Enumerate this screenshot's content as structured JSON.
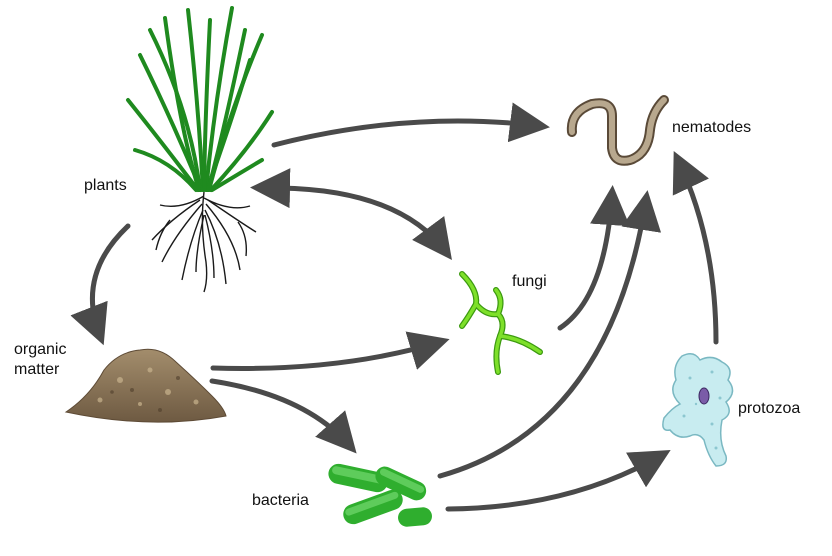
{
  "labels": {
    "plants": "plants",
    "nematodes": "nematodes",
    "fungi": "fungi",
    "organic_matter_line1": "organic",
    "organic_matter_line2": "matter",
    "protozoa": "protozoa",
    "bacteria": "bacteria"
  },
  "colors": {
    "arrow": "#4a4a4a",
    "plant_green": "#1f8a1f",
    "root_black": "#1a1a1a",
    "fungi_green": "#6fd21c",
    "bacteria_green": "#3cc23a",
    "protozoa_fill": "#c8ecf0",
    "protozoa_nucleus": "#7a5ca8",
    "nematode_brown": "#7a6a55",
    "soil_brown": "#8a7355"
  },
  "icons": {
    "plants": "grass-plant-with-roots",
    "nematodes": "nematode-worm",
    "fungi": "fungal-hyphae",
    "organic_matter": "soil-pile",
    "protozoa": "amoeba-protozoan",
    "bacteria": "rod-shaped-bacteria"
  }
}
